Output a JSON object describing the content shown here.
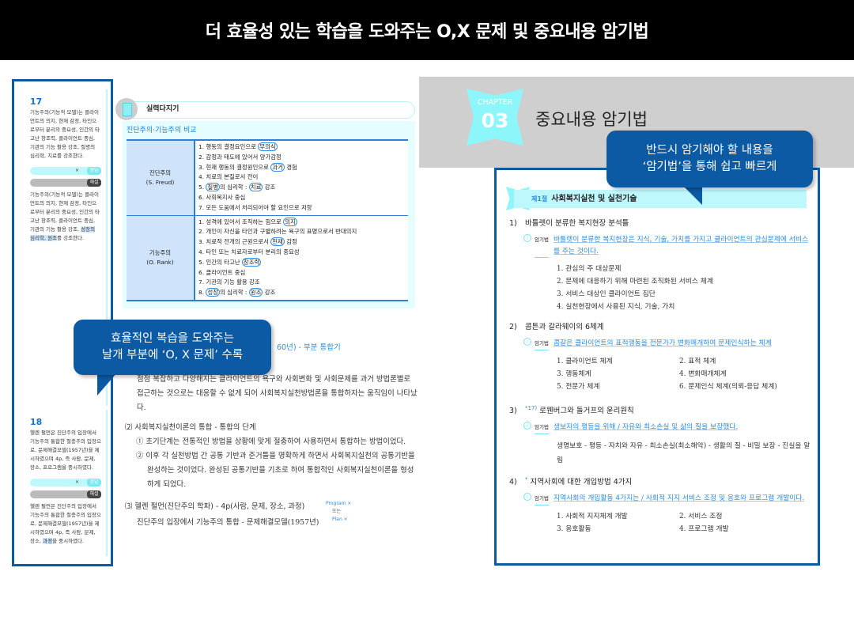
{
  "banner": {
    "title": "더 효율성 있는 학습을 도와주는 O,X 문제 및 중요내용 암기법"
  },
  "left_page": {
    "side": [
      {
        "num": "17",
        "question": "기능주의(기능적 모델)는 클라이언트의 의지, 현재 감정, 타인으로부터 분리의 중요성, 인간의 타고난 창조력, 클라이언트 중심, 기관의 기능 활용 강조, 질병의 심리학, 치료를 강조한다.",
        "mark": "×",
        "answer_tag": "정답",
        "explain_tag": "해설",
        "explain_a": "기능주의(기능적 모델)는 클라이언트의 의지, 현재 감정, 타인으로부터 분리의 중요성, 인간의 타고난 창조력, 클라이언트 중심, 기관의 기능 활용 강조, ",
        "explain_hl": "성장의 심리학, 원조",
        "explain_b": "를 강조한다."
      },
      {
        "num": "18",
        "question": "헬렌 펄먼은 진단주의 입장에서 기능주의 통합한 절충주의 입장으로, 문제해결모델(1957년)을 제시하였으며 4p, 즉 사람, 문제, 장소, 프로그램을 중시하였다.",
        "mark": "×",
        "answer_tag": "정답",
        "explain_tag": "해설",
        "explain_a": "헬렌 펄먼은 진단주의 입장에서 기능주의 통합한 절충주의 입장으로, 문제해결모델(1957년)을 제시하였으며 4p, 즉 사람, 문제, 장소, ",
        "explain_hl": "과정",
        "explain_b": "을 중시하였다."
      }
    ],
    "practice_label": "실력다지기",
    "compare_title": "진단주의·기능주의 비교",
    "rows": [
      {
        "head": "진단주의",
        "sub": "(S. Freud)",
        "items": [
          "1. 행동의 결정요인으로 [무의식]",
          "2. 감정과 태도에 있어서 양가감정",
          "3. 현재 행동의 결정원인으로 [과거] 경험",
          "4. 치료의 본질로서 전이",
          "5. [질병]의 심리학 : [치료] 강조",
          "6. 사회복지사 중심",
          "7. 모든 도움에서 처리되어야 할 요인으로 저항"
        ]
      },
      {
        "head": "기능주의",
        "sub": "(O. Rank)",
        "items": [
          "1. 성격에 있어서 조직하는 힘으로 [의지]",
          "2. 개인이 자신을 타인과 구별하려는 욕구의 표명으로서 반대의지",
          "3. 치료적 전개의 근원으로서 [현재] 감정",
          "4. 타인 또는 치료자로부터 분리의 중요성",
          "5. 인간의 타고난 [창조력]",
          "6. 클라이언트 중심",
          "7. 기관의 기능 활용 강조",
          "8. [성장]의 심리학 : [원조] 강조"
        ]
      }
    ],
    "partial_heading": "60년) - 부분 통합기",
    "para1": "점점 복잡하고 다양해지는 클라이언트의 욕구와 사회변화 및 사회문제를 과거 방법론별로 접근하는 것으로는 대응할 수 없게 되어 사회복지실천방법론을 통합하자는 움직임이 나타났다.",
    "sec2_title": "⑵ 사회복지실천이론의 통합 - 통합의 단계",
    "sec2_items": [
      "① 초기단계는 전통적인 방법을 상황에 맞게 절충하여 사용하면서 통합하는 방법이었다.",
      "② 이후 각 실천방법 간 공통 기반과 준거틀을 명확하게 하면서 사회복지실천의 공통기반을 완성하는 것이었다. 완성된 공통기반을 기초로 하여 통합적인 사회복지실천이론을 형성하게 되었다."
    ],
    "sec3_title": "⑶ 헬렌 펄먼(진단주의 학파) - 4p(사람, 문제, 장소, 과정)",
    "sec3_body": "진단주의 입장에서 기능주의 통합 - 문제해결모델(1957년)",
    "note": [
      "Program ×",
      "또는",
      "Plan ×"
    ],
    "callout": [
      "효율적인 복습을 도와주는",
      "날개 부분에 ‘O, X 문제’ 수록"
    ]
  },
  "right_page": {
    "chapter_label": "CHAPTER",
    "chapter_num": "03",
    "chapter_title": "중요내용 암기법",
    "callout": [
      "반드시 암기해야 할 내용을",
      "‘암기법’을 통해 쉽고 빠르게"
    ],
    "section_tag": "제1절",
    "section_title": "사회복지실천 및 실천기술",
    "memo_tag": "암기법",
    "topics": [
      {
        "num": "1)",
        "title": "바틀렛이 분류한 복지현장 분석틀",
        "memo": "바틀렛이 분류한 복지현장은 지식, 기술, 가치를 가지고 클라이언트의 관심문제에 서비스를 주는 것이다.",
        "items": [
          "1. 관심의 주 대상문제",
          "2. 문제에 대응하기 위해 마련된 조직화된 서비스 체계",
          "3. 서비스 대상인 클라이언트 집단",
          "4. 실천현장에서 사용된 지식, 기술, 가치"
        ]
      },
      {
        "num": "2)",
        "title": "콤튼과 갈라웨이의 6체계",
        "memo": "콤갈은 클라이언트의 표적행동을 전문가가 변화매개하여 문제인식하는 체계",
        "items": [
          "1. 클라이언트 체계",
          "2. 표적 체계",
          "3. 행동체계",
          "4. 변화매개체계",
          "5. 전문가 체계",
          "6. 문제인식 체계(의뢰-응답 체계)"
        ]
      },
      {
        "num": "3)",
        "star": "*17)",
        "title": "로웬버그와 돌거프의 윤리원칙",
        "memo": "생보자의 평등을 위해 / 자유와 최소손실 및 삶의 질을 보장했다.",
        "body": "생명보호 - 평등 - 자치와 자유 - 최소손실(최소해악) - 생활의 질 - 비밀 보장 - 진실을 알림"
      },
      {
        "num": "4)",
        "star": "*",
        "title": "지역사회에 대한 개입방법 4가지",
        "memo": "지역사회의 개입활동 4가지는 / 사회적 지지 서비스 조정 및 옹호와 프로그램 개발이다.",
        "items": [
          "1. 사회적 지지체계 개발",
          "2. 서비스 조정",
          "3. 옹호활동",
          "4. 프로그램 개발"
        ]
      }
    ]
  },
  "colors": {
    "frame": "#0b5aa3",
    "accent": "#2d8ddc",
    "cyan": "#8df6fa"
  }
}
